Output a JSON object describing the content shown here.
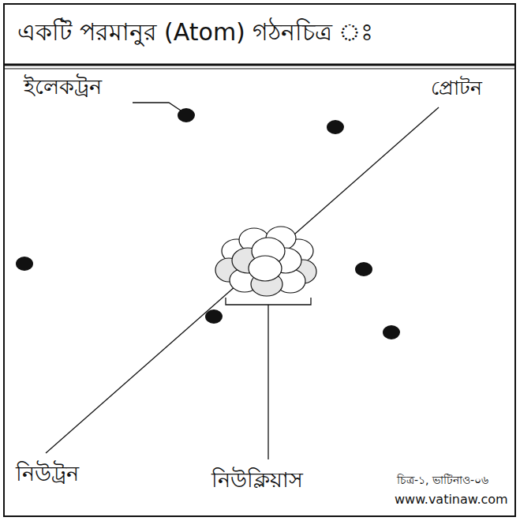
{
  "diagram": {
    "title": "একটি পরমানুর (Atom) গঠনচিত্র ঃ",
    "caption": "চিত্র-১, ভাটিনাও-০৬",
    "labels": [
      "ইলেকট্রন",
      "প্রোটন",
      "নিউট্রন",
      "নিউক্লিয়াস",
      "www.vatinaw.com"
    ]
  }
}
